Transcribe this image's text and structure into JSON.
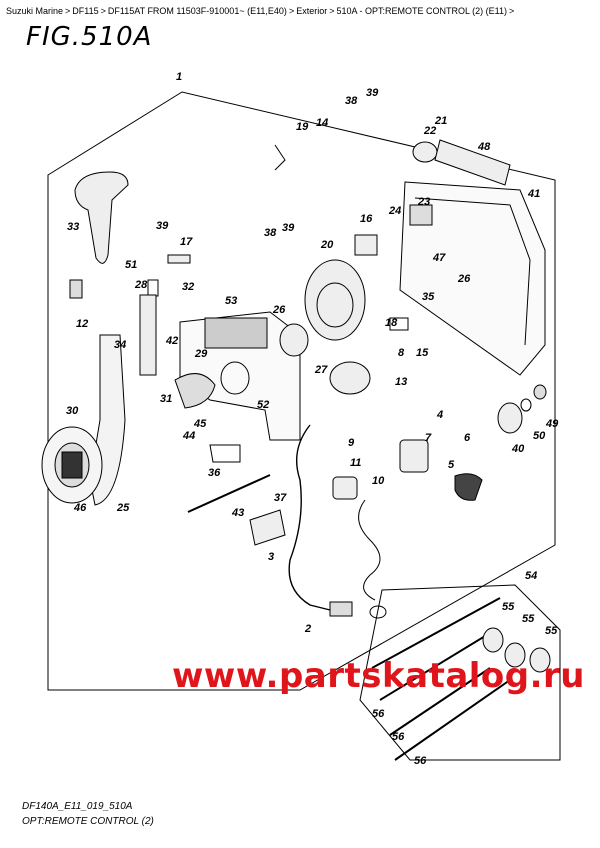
{
  "breadcrumb": [
    "Suzuki Marine",
    "DF115",
    "DF115AT FROM 11503F-910001~ (E11,E40)",
    "Exterior",
    "510A - OPT:REMOTE CONTROL (2) (E11)",
    ""
  ],
  "figure_title": "FIG.510A",
  "footer_code": "DF140A_E11_019_510A",
  "footer_subtitle": "OPT:REMOTE CONTROL (2)",
  "watermark": "www.partskatalog.ru",
  "part_labels": [
    "1",
    "2",
    "3",
    "4",
    "5",
    "6",
    "7",
    "8",
    "9",
    "10",
    "11",
    "12",
    "13",
    "14",
    "15",
    "16",
    "17",
    "18",
    "19",
    "20",
    "21",
    "22",
    "23",
    "24",
    "25",
    "26",
    "26",
    "27",
    "28",
    "29",
    "30",
    "31",
    "32",
    "33",
    "34",
    "35",
    "36",
    "37",
    "38",
    "38",
    "39",
    "39",
    "39",
    "40",
    "41",
    "42",
    "43",
    "44",
    "45",
    "46",
    "47",
    "48",
    "49",
    "50",
    "51",
    "52",
    "53",
    "54",
    "55",
    "55",
    "55",
    "56",
    "56",
    "56"
  ],
  "colors": {
    "watermark": "#e0151c",
    "line": "#000000"
  }
}
